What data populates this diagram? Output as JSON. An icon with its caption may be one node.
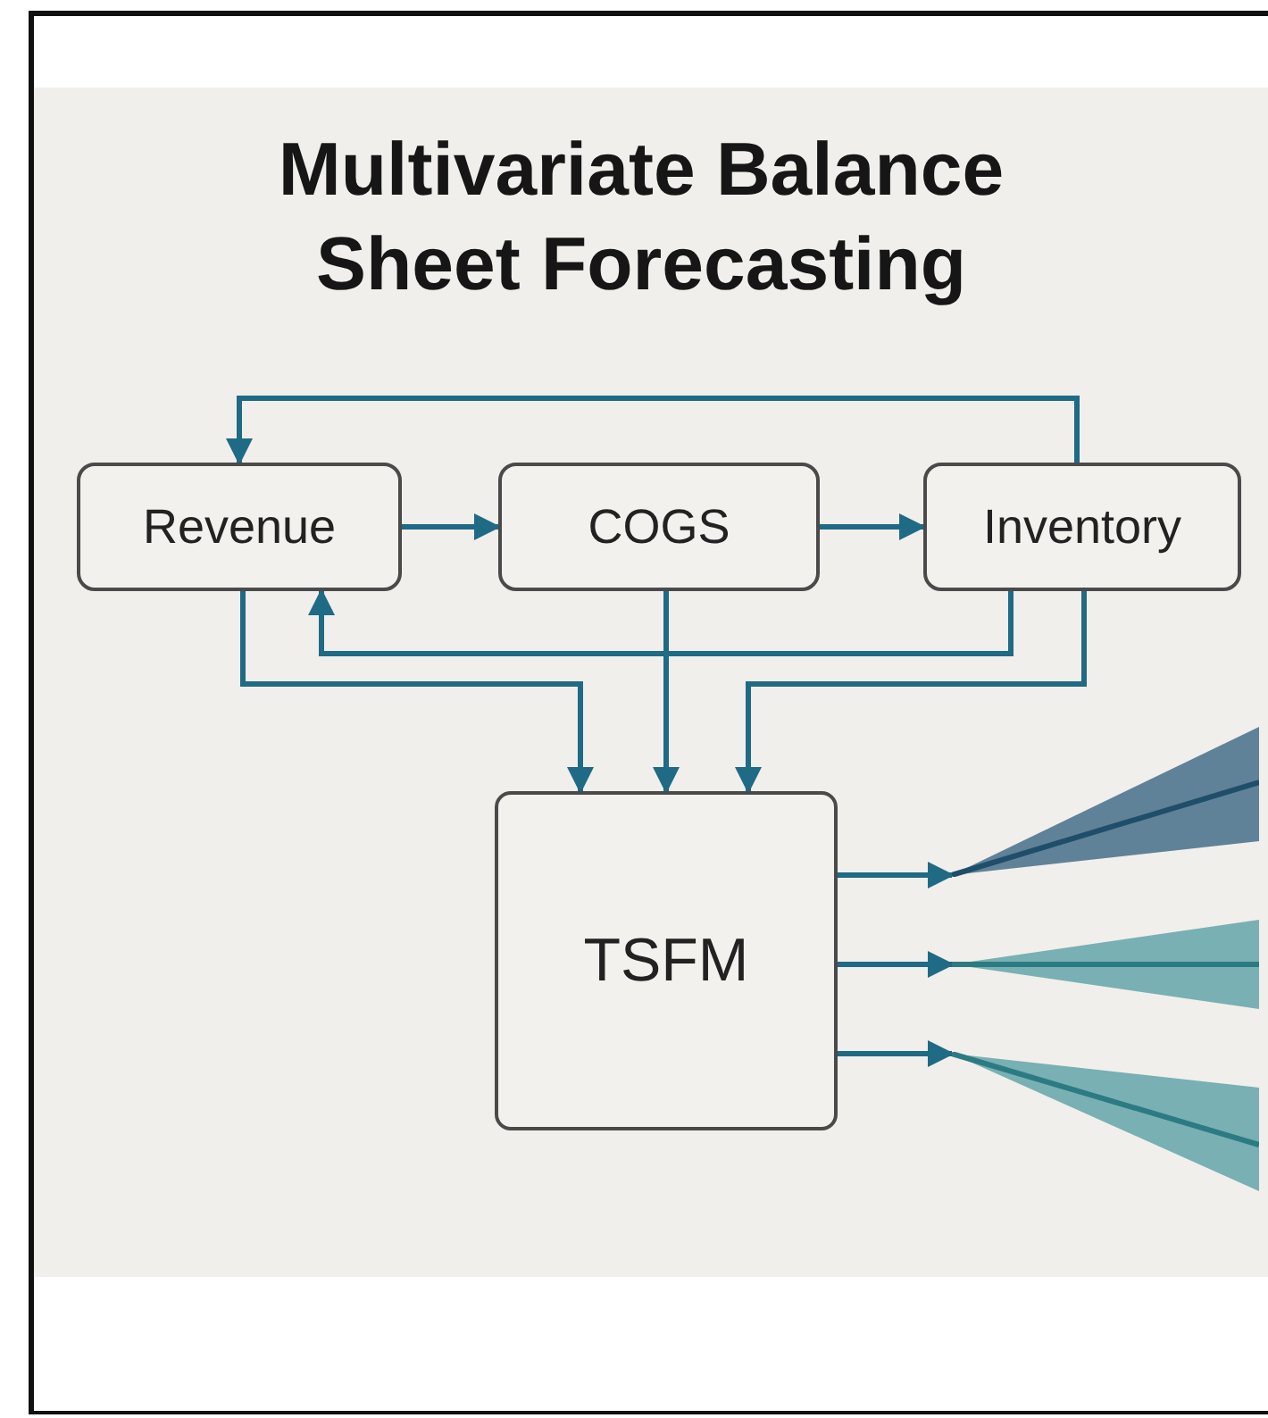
{
  "diagram": {
    "title": "Multivariate Balance Sheet Forecasting",
    "nodes": [
      {
        "text": [
          "Revenue"
        ]
      },
      {
        "text": [
          "COGS"
        ]
      },
      {
        "text": [
          "Inventory"
        ]
      },
      {
        "text": [
          "TSFM"
        ]
      },
      {
        "text": [],
        "shape": "picture"
      },
      {
        "text": [],
        "shape": "picture"
      },
      {
        "text": [],
        "shape": "picture"
      }
    ],
    "edges": [
      {
        "from": 0,
        "to": 1,
        "arrow": "to"
      },
      {
        "from": 1,
        "to": 2,
        "arrow": "to"
      },
      {
        "from": 2,
        "to": 0,
        "arrow": "to"
      },
      {
        "from": 2,
        "to": 0,
        "arrow": "to"
      },
      {
        "from": 0,
        "to": 3,
        "arrow": "to"
      },
      {
        "from": 1,
        "to": 3,
        "arrow": "to"
      },
      {
        "from": 2,
        "to": 3,
        "arrow": "to"
      },
      {
        "from": 3,
        "to": 4,
        "arrow": "to"
      },
      {
        "from": 3,
        "to": 5,
        "arrow": "to"
      },
      {
        "from": 3,
        "to": 6,
        "arrow": "to"
      }
    ]
  }
}
